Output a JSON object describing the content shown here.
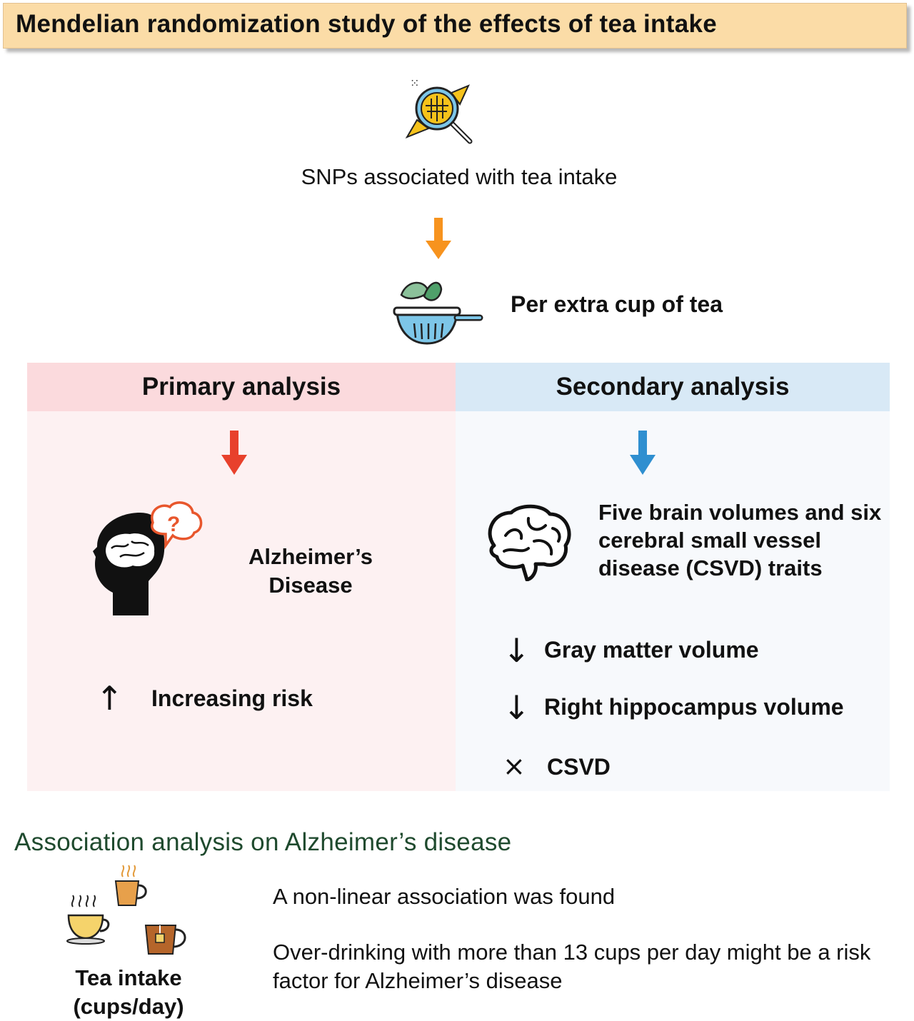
{
  "title": "Mendelian randomization study of the effects of tea intake",
  "exposure": {
    "snp_label": "SNPs associated with tea intake",
    "unit_label": "Per extra cup of tea"
  },
  "primary": {
    "heading": "Primary analysis",
    "outcome": "Alzheimer’s Disease",
    "finding": "Increasing risk",
    "finding_symbol": "↑"
  },
  "secondary": {
    "heading": "Secondary analysis",
    "outcome": "Five brain volumes and six cerebral small vessel disease (CSVD) traits",
    "findings": [
      {
        "symbol": "↓",
        "label": "Gray matter volume"
      },
      {
        "symbol": "↓",
        "label": "Right hippocampus volume"
      },
      {
        "symbol": "×",
        "label": "CSVD"
      }
    ]
  },
  "association": {
    "heading": "Association analysis on Alzheimer’s disease",
    "result_1": "A non-linear association was found",
    "result_2": "Over-drinking with more than 13 cups per day might be a risk factor for Alzheimer’s disease",
    "icon_label": "Tea intake (cups/day)"
  },
  "colors": {
    "banner": "#fbdca7",
    "orange_arrow": "#f7931e",
    "red_arrow": "#e8412c",
    "blue_arrow": "#2f8fd0",
    "primary_header": "#fbdadd",
    "secondary_header": "#d8e9f6",
    "subheading": "#1f4a2e"
  },
  "icons": [
    "dna-magnifier-icon",
    "tea-strainer-icon",
    "head-brain-question-icon",
    "brain-icon",
    "tea-cups-icon"
  ]
}
